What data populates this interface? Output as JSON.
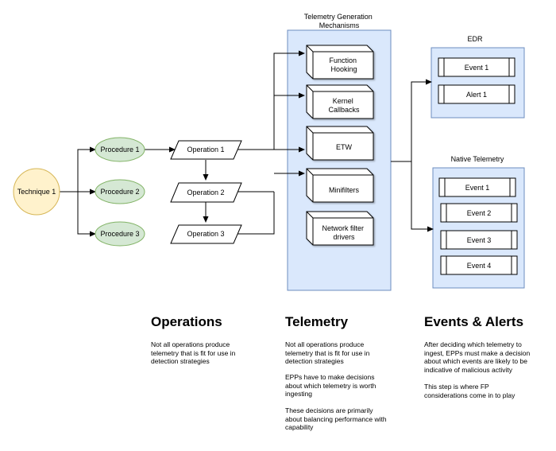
{
  "technique": {
    "label": "Technique 1"
  },
  "procedures": [
    "Procedure 1",
    "Procedure 2",
    "Procedure 3"
  ],
  "operations": [
    "Operation 1",
    "Operation 2",
    "Operation 3"
  ],
  "telemetry_panel": {
    "title": "Telemetry Generation\nMechanisms",
    "mechanisms": [
      "Function\nHooking",
      "Kernel\nCallbacks",
      "ETW",
      "Minifilters",
      "Network filter\ndrivers"
    ]
  },
  "edr": {
    "title": "EDR",
    "events": [
      "Event 1",
      "Alert 1"
    ]
  },
  "native": {
    "title": "Native Telemetry",
    "events": [
      "Event 1",
      "Event 2",
      "Event 3",
      "Event 4"
    ]
  },
  "sections": {
    "operations": {
      "heading": "Operations",
      "text": "Not all operations produce\ntelemetry that is fit for use in\ndetection strategies"
    },
    "telemetry": {
      "heading": "Telemetry",
      "p1": "Not all operations produce\ntelemetry that is fit for use in\ndetection strategies",
      "p2": "EPPs have to make decisions\nabout which telemetry is worth\ningesting",
      "p3": "These decisions are primarily\nabout balancing performance with\ncapability"
    },
    "events": {
      "heading": "Events & Alerts",
      "p1": "After deciding which telemetry to\ningest, EPPs must make a decision\nabout which events are likely to be\nindicative of malicious activity",
      "p2": "This step is where FP\nconsiderations come in to play"
    }
  },
  "colors": {
    "technique_fill": "#fff2cc",
    "technique_stroke": "#d6b656",
    "procedure_fill": "#d5e8d4",
    "procedure_stroke": "#82b366",
    "panel_fill": "#dae8fc",
    "panel_stroke": "#6c8ebf"
  }
}
